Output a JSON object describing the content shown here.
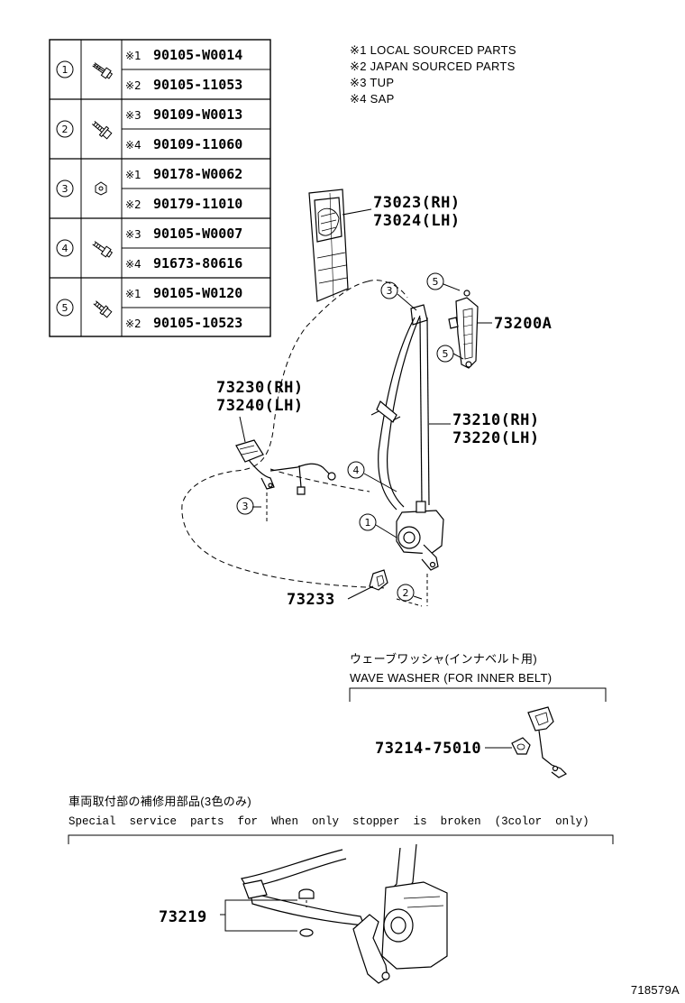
{
  "fastener_table": [
    {
      "callout": "1",
      "rows": [
        {
          "mark": "※1",
          "part_no": "90105-W0014"
        },
        {
          "mark": "※2",
          "part_no": "90105-11053"
        }
      ]
    },
    {
      "callout": "2",
      "rows": [
        {
          "mark": "※3",
          "part_no": "90109-W0013"
        },
        {
          "mark": "※4",
          "part_no": "90109-11060"
        }
      ]
    },
    {
      "callout": "3",
      "rows": [
        {
          "mark": "※1",
          "part_no": "90178-W0062"
        },
        {
          "mark": "※2",
          "part_no": "90179-11010"
        }
      ]
    },
    {
      "callout": "4",
      "rows": [
        {
          "mark": "※3",
          "part_no": "90105-W0007"
        },
        {
          "mark": "※4",
          "part_no": "91673-80616"
        }
      ]
    },
    {
      "callout": "5",
      "rows": [
        {
          "mark": "※1",
          "part_no": "90105-W0120"
        },
        {
          "mark": "※2",
          "part_no": "90105-10523"
        }
      ]
    }
  ],
  "legend": [
    "※1 LOCAL SOURCED PARTS",
    "※2 JAPAN SOURCED PARTS",
    "※3 TUP",
    "※4 SAP"
  ],
  "part_labels": {
    "cover_rh": "73023(RH)",
    "cover_lh": "73024(LH)",
    "anchor": "73200A",
    "buckle_rh": "73230(RH)",
    "buckle_lh": "73240(LH)",
    "belt_rh": "73210(RH)",
    "belt_lh": "73220(LH)",
    "clip": "73233",
    "washer_part": "73214-75010",
    "stopper_part": "73219"
  },
  "callouts": {
    "c1": "1",
    "c2": "2",
    "c3a": "3",
    "c3b": "3",
    "c4": "4",
    "c5a": "5",
    "c5b": "5"
  },
  "wave_washer": {
    "title_ja": "ウェーブワッシャ(インナベルト用)",
    "title_en": "WAVE WASHER (FOR INNER BELT)"
  },
  "special_service": {
    "title_ja": "車両取付部の補修用部品(3色のみ)",
    "title_en": "Special  service  parts  for  When  only  stopper  is  broken  (3color  only)"
  },
  "figure_id": "718579A"
}
